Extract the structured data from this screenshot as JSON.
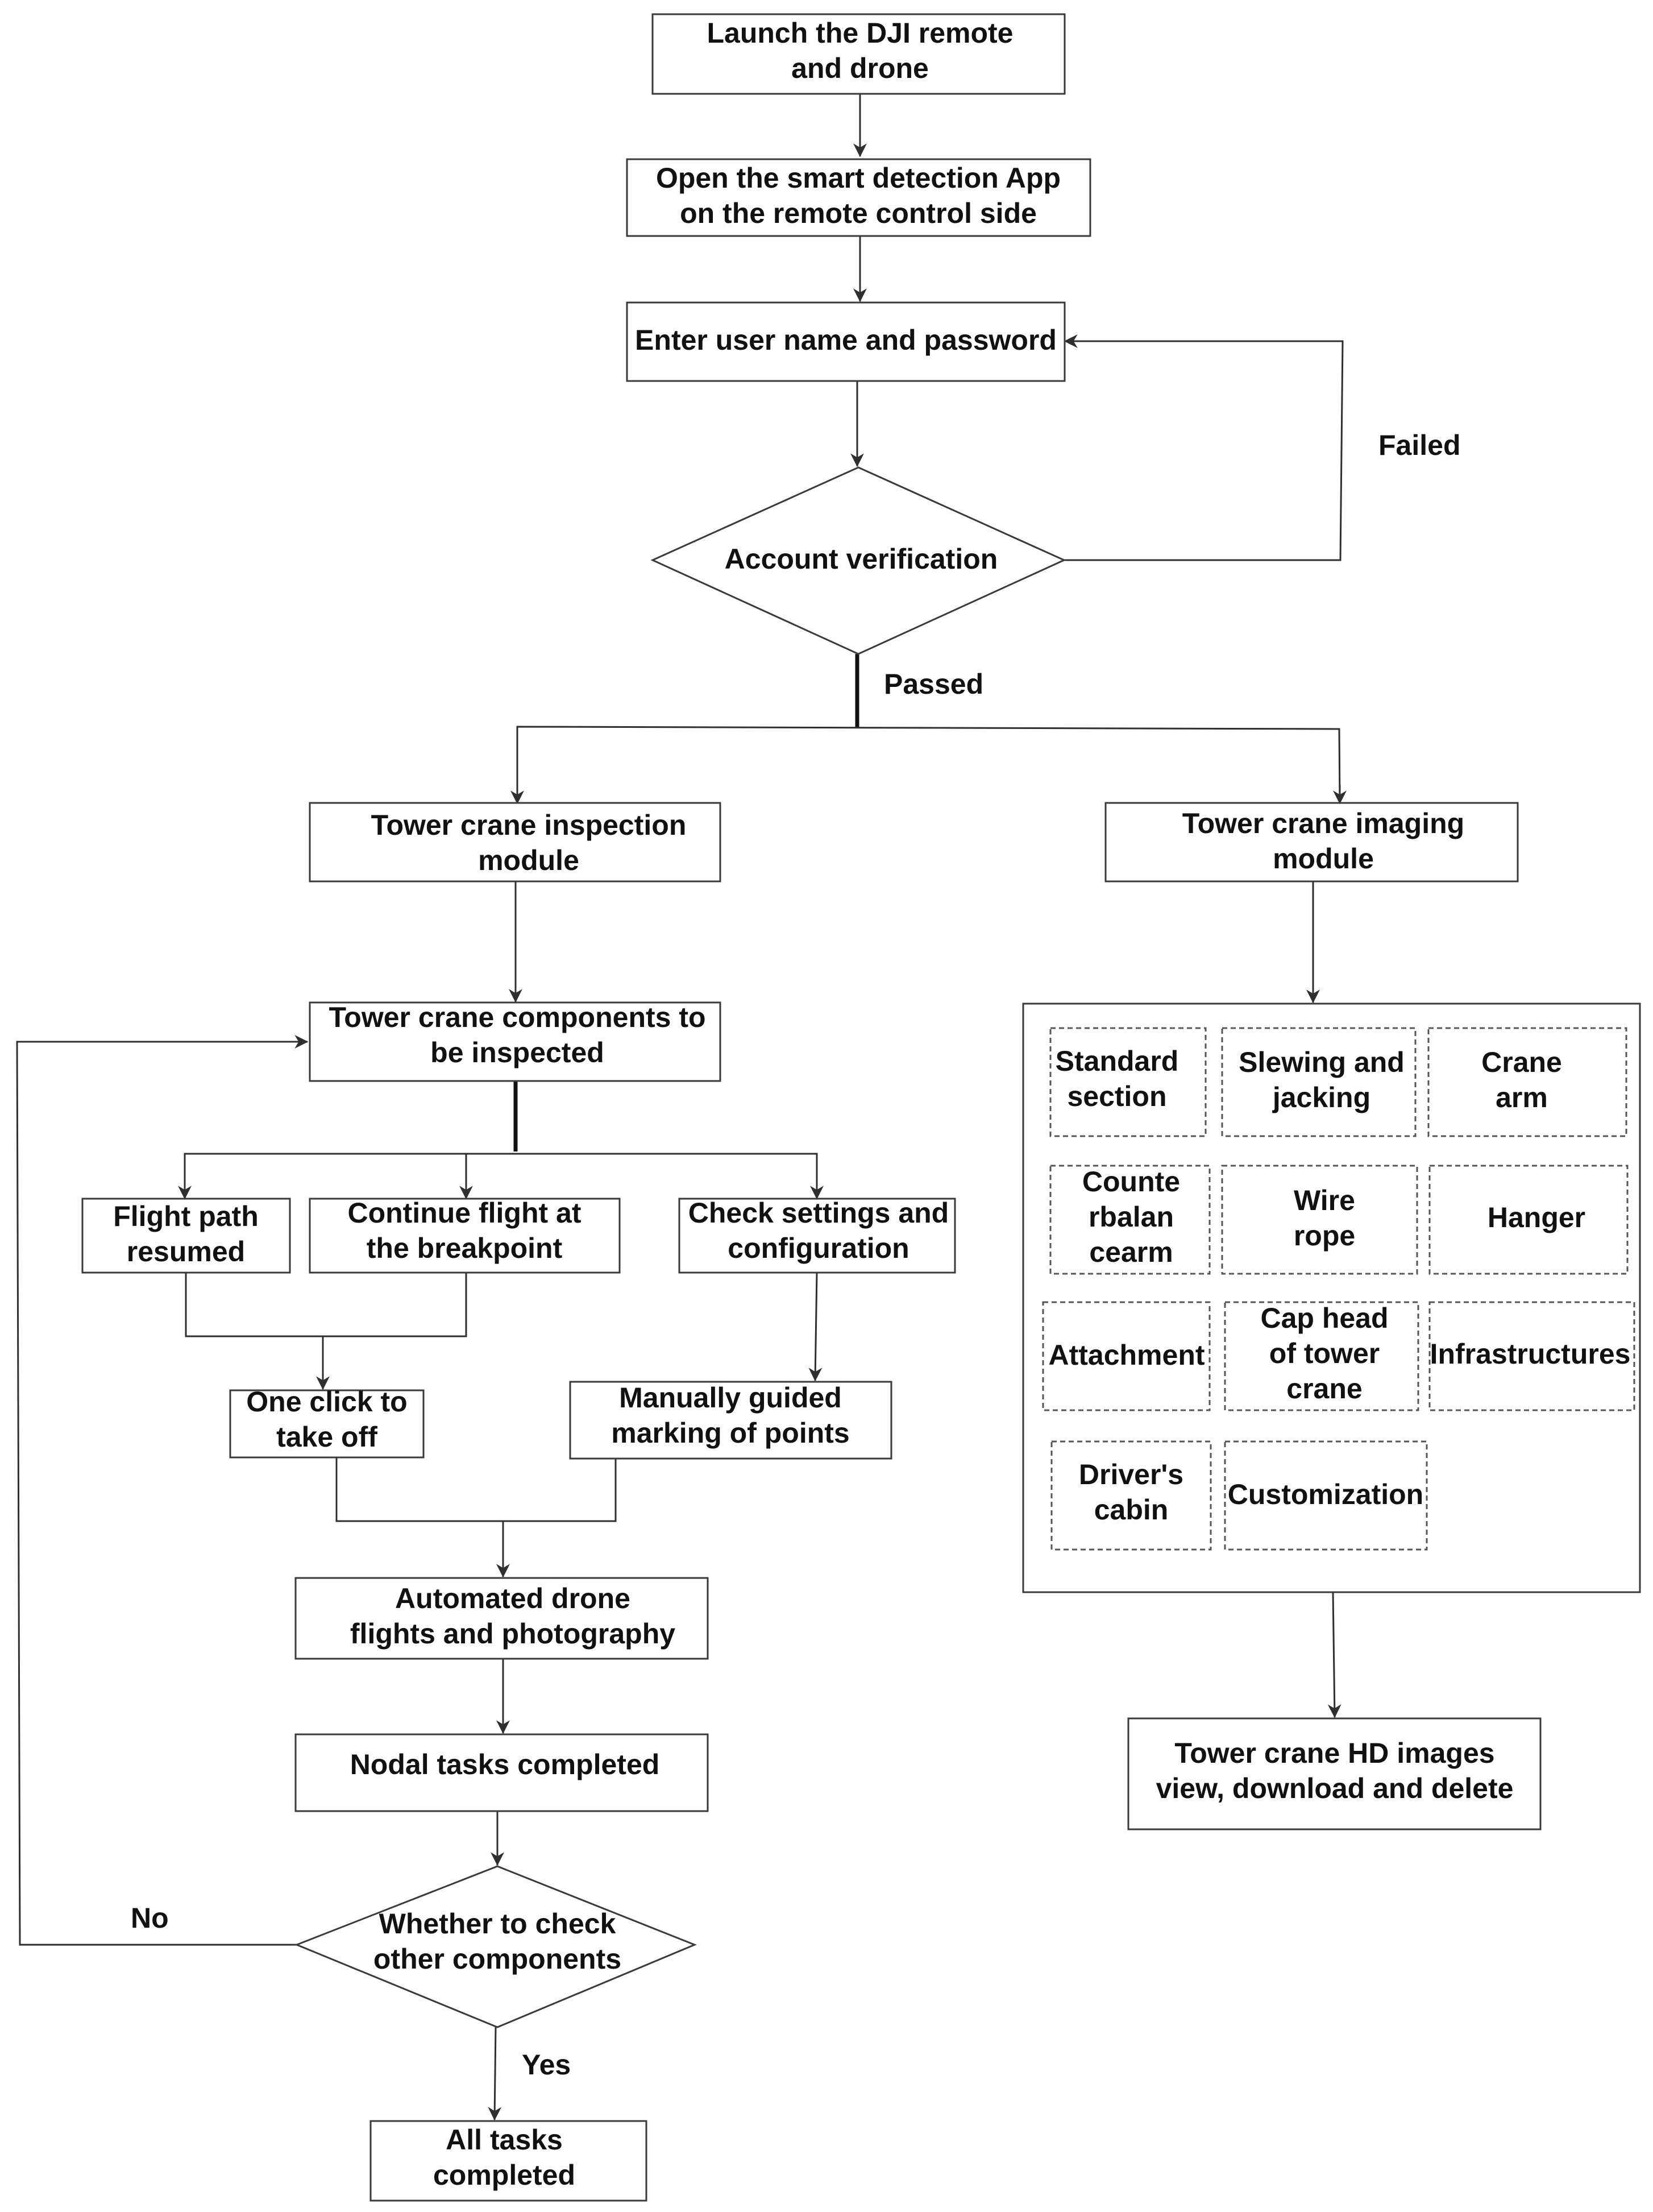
{
  "nodes": {
    "launch": "Launch the DJI remote\nand drone",
    "open_app": "Open the smart detection App\non the remote control side",
    "login": "Enter user name and password",
    "verify": "Account verification",
    "inspection_module": "Tower crane inspection\nmodule",
    "imaging_module": "Tower crane imaging\nmodule",
    "components": "Tower crane components to\nbe inspected",
    "flight_resumed": "Flight path\nresumed",
    "continue_flight": "Continue flight at\nthe breakpoint",
    "check_settings": "Check settings and\nconfiguration",
    "one_click": "One click to\ntake off",
    "manual_marking": "Manually guided\nmarking of points",
    "automated": "Automated drone\nflights and photography",
    "nodal": "Nodal tasks completed",
    "whether_check": "Whether to check\nother components",
    "all_done": "All tasks\ncompleted",
    "hd_images": "Tower crane HD images\nview, download and delete"
  },
  "edge_labels": {
    "failed": "Failed",
    "passed": "Passed",
    "no": "No",
    "yes": "Yes"
  },
  "imaging_parts": [
    "Standard\nsection",
    "Slewing and\njacking",
    "Crane\narm",
    "Counte\nrbalan\ncearm",
    "Wire\nrope",
    "Hanger",
    "Attachment",
    "Cap head\nof tower\ncrane",
    "Infrastructures",
    "Driver's\ncabin",
    "Customization"
  ]
}
